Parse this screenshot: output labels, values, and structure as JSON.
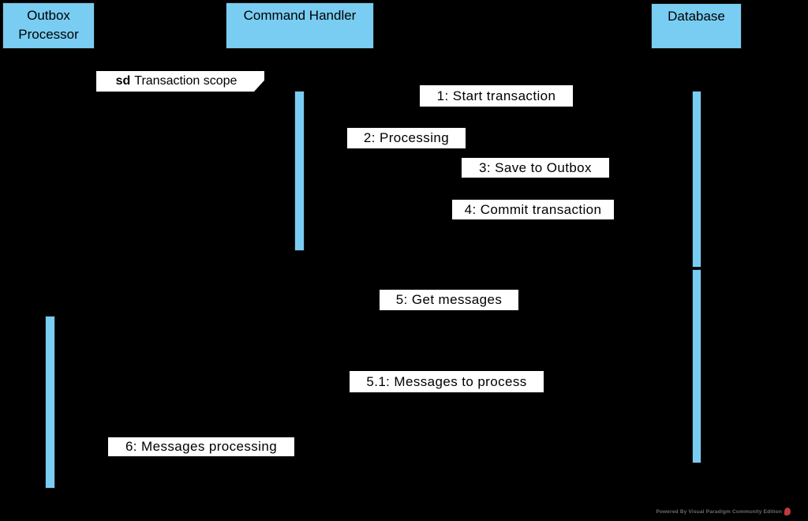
{
  "diagram_type": "uml-sequence-diagram",
  "colors": {
    "background": "#000000",
    "node_fill": "#79CDF2",
    "node_border": "#1a1a1a",
    "label_background": "#ffffff",
    "label_text": "#000000",
    "watermark_text_color": "#6e6e6e",
    "watermark_logo_color": "#c13b3b"
  },
  "participants": [
    {
      "label": "Outbox Processor"
    },
    {
      "label": "Command Handler"
    },
    {
      "label": "Database"
    }
  ],
  "fragment": {
    "operator": "sd",
    "name": "Transaction scope"
  },
  "messages": [
    {
      "label": "1: Start transaction"
    },
    {
      "label": "2: Processing"
    },
    {
      "label": "3: Save to Outbox"
    },
    {
      "label": "4: Commit transaction"
    },
    {
      "label": "5: Get messages"
    },
    {
      "label": "5.1: Messages to process"
    },
    {
      "label": "6: Messages processing"
    }
  ],
  "watermark": {
    "text": "Powered By Visual Paradigm Community Edition"
  }
}
